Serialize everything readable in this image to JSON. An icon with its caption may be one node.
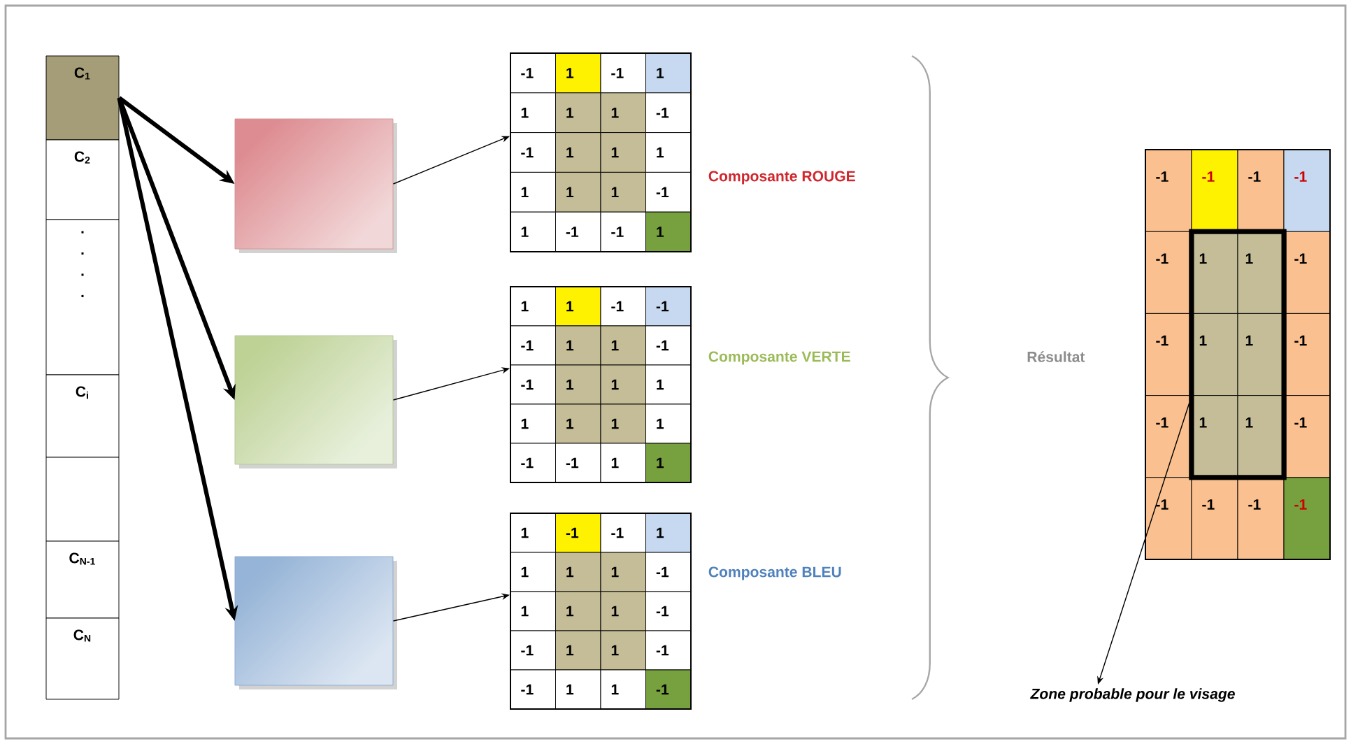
{
  "diagram": {
    "nodes": [
      {
        "text": [
          "C$_{1}$"
        ]
      },
      {
        "text": [
          "C$_{2}$"
        ]
      },
      {
        "text": [
          ".",
          ".",
          ".",
          "."
        ]
      },
      {
        "text": [
          "C$_{i}$"
        ]
      },
      {
        "text": [],
        "shape": "box"
      },
      {
        "text": [
          "C$_{N-1}$"
        ]
      },
      {
        "text": [
          "C$_{N}$"
        ]
      },
      {
        "text": [],
        "shape": "box"
      },
      {
        "text": [],
        "shape": "box"
      },
      {
        "text": [],
        "shape": "box"
      },
      {
        "text": [
          "-1",
          "1",
          "-1",
          "1",
          "1",
          "1",
          "1",
          "-1",
          "-1",
          "1",
          "1",
          "1",
          "1",
          "1",
          "1",
          "-1",
          "1",
          "-1",
          "-1",
          "1"
        ],
        "beside": [
          "Composante ROUGE"
        ]
      },
      {
        "text": [
          "1",
          "1",
          "-1",
          "-1",
          "-1",
          "1",
          "1",
          "-1",
          "-1",
          "1",
          "1",
          "1",
          "1",
          "1",
          "1",
          "1",
          "-1",
          "-1",
          "1",
          "1"
        ],
        "beside": [
          "Composante VERTE"
        ]
      },
      {
        "text": [
          "1",
          "-1",
          "-1",
          "1",
          "1",
          "1",
          "1",
          "-1",
          "1",
          "1",
          "1",
          "-1",
          "-1",
          "1",
          "1",
          "-1",
          "-1",
          "1",
          "1",
          "-1"
        ],
        "beside": [
          "Composante BLEU"
        ]
      },
      {
        "text": [
          "-1",
          "-1",
          "-1",
          "-1",
          "-1",
          "-1",
          "-1",
          "-1",
          "-1",
          "-1",
          "-1",
          "-1",
          "-1",
          "-1"
        ]
      },
      {
        "text": [
          "Zone probable pour le visage"
        ]
      },
      {
        "text": [
          "1",
          "1",
          "1",
          "1",
          "1",
          "1"
        ],
        "in": 13
      }
    ],
    "edges": [
      {
        "from": 0,
        "to": 7,
        "arrow": "to",
        "style": "thick"
      },
      {
        "from": 0,
        "to": 8,
        "arrow": "to",
        "style": "thick"
      },
      {
        "from": 0,
        "to": 9,
        "arrow": "to",
        "style": "thick"
      },
      {
        "from": 7,
        "to": 10,
        "arrow": "to"
      },
      {
        "from": 8,
        "to": 11,
        "arrow": "to"
      },
      {
        "from": 9,
        "to": 12,
        "arrow": "to"
      },
      {
        "from": 15,
        "to": 14,
        "arrow": "to"
      }
    ],
    "labels": [
      "Résultat"
    ]
  }
}
